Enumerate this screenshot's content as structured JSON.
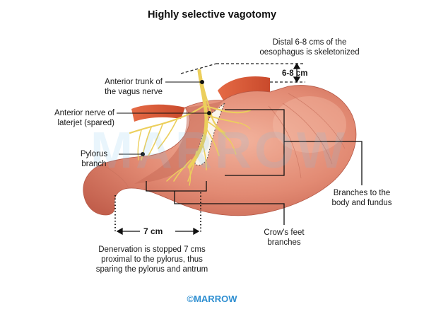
{
  "title": "Highly selective vagotomy",
  "labels": {
    "distal_line1": "Distal 6-8 cms of the",
    "distal_line2": "oesophagus is skeletonized",
    "six_eight": "6-8 cm",
    "anterior_trunk_line1": "Anterior trunk of",
    "anterior_trunk_line2": "the vagus nerve",
    "laterjet_line1": "Anterior nerve of",
    "laterjet_line2": "laterjet (spared)",
    "pylorus_branch_line1": "Pylorus",
    "pylorus_branch_line2": "branch",
    "branches_body_line1": "Branches to the",
    "branches_body_line2": "body and fundus",
    "crows_feet_line1": "Crow's feet",
    "crows_feet_line2": "branches",
    "seven_cm": "7 cm",
    "denervation_line1": "Denervation is stopped 7 cms",
    "denervation_line2": "proximal to the pylorus, thus",
    "denervation_line3": "sparing the pylorus and antrum"
  },
  "watermark": "MARROW",
  "logo": "©MARROW",
  "colors": {
    "stomach": "#e28a73",
    "stomach_shadow": "#c66a56",
    "nerve": "#f0d56a",
    "cut_surface": "#d9502e",
    "logo": "#2f8fd1"
  }
}
